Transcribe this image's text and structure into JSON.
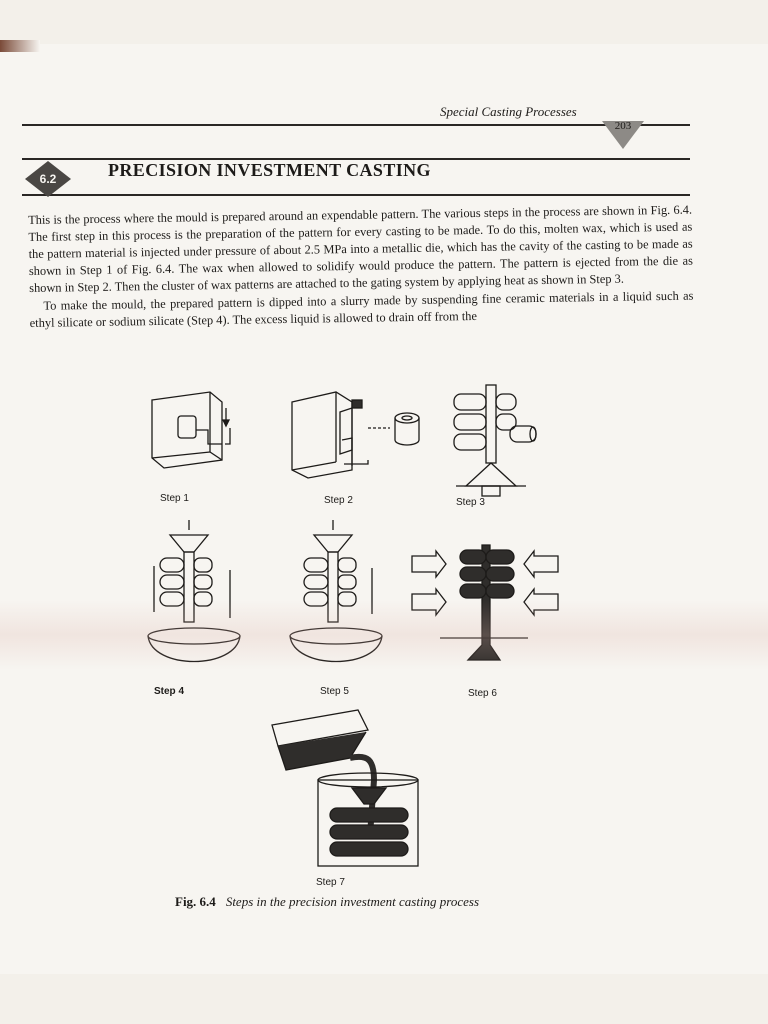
{
  "running_head": "Special Casting Processes",
  "page_number": "203",
  "section": {
    "number": "6.2",
    "title": "PRECISION INVESTMENT CASTING"
  },
  "paragraphs": [
    "This is the process where the mould is prepared around an expendable pattern. The various steps in the process are shown in Fig. 6.4. The first step in this process is the preparation of the pattern for every casting to be made. To do this, molten wax, which is used as the pattern material is injected under pressure of about 2.5 MPa into a metallic die, which has the cavity of the casting to be made as shown in Step 1 of Fig. 6.4. The wax when allowed to solidify would produce the pattern. The pattern is ejected from the die as shown in Step 2. Then the cluster of wax patterns are attached to the gating system by applying heat as shown in Step 3.",
    "To make the mould, the prepared pattern is dipped into a slurry made by suspending fine ceramic materials in a liquid such as ethyl silicate or sodium silicate (Step 4). The excess liquid is allowed to drain off from the"
  ],
  "figure": {
    "steps": [
      "Step 1",
      "Step 2",
      "Step 3",
      "Step 4",
      "Step 5",
      "Step 6",
      "Step 7"
    ],
    "caption_number": "Fig. 6.4",
    "caption_text": "Steps in the precision investment casting process"
  },
  "colors": {
    "ink": "#1d1b19",
    "dark_fill": "#2f2d2b",
    "paper": "#f7f5f1"
  }
}
